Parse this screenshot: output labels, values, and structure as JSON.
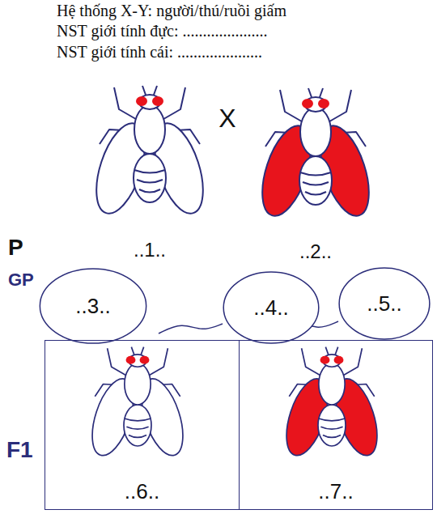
{
  "diagram": {
    "title": "Hệ thống X-Y: người/thú/ruồi giấm",
    "nodes": [
      {
        "text": [
          "..3.."
        ]
      },
      {
        "text": [
          "..4.."
        ]
      },
      {
        "text": [
          "..5.."
        ]
      },
      {
        "text": [
          "..6.."
        ]
      },
      {
        "text": [
          "..7.."
        ]
      }
    ],
    "labels": [
      "NST giới tính đực: .....................",
      "NST giới tính cái: .....................",
      "X",
      "P",
      "..1..",
      "..2..",
      "GP",
      "F1"
    ]
  }
}
